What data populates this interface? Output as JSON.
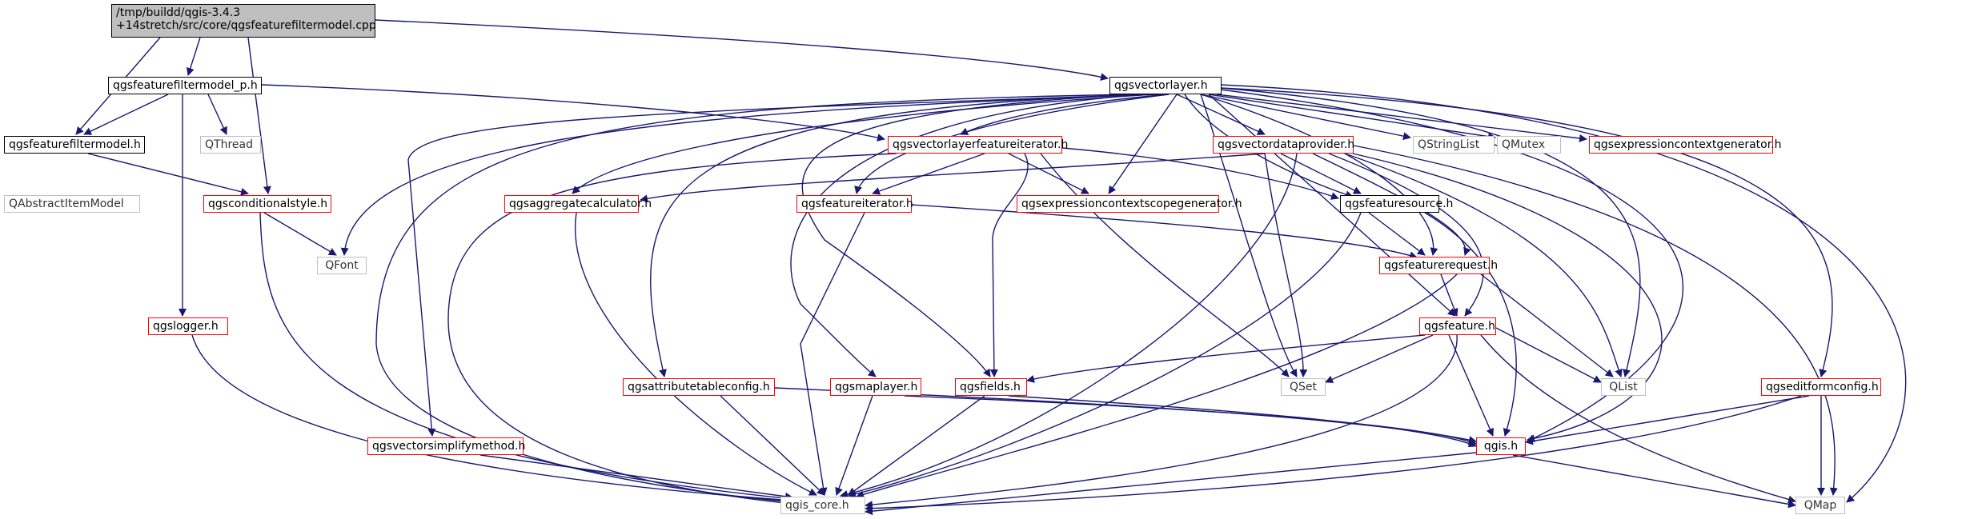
{
  "nodes": {
    "root_line1": "/tmp/buildd/qgis-3.4.3",
    "root_line2": "+14stretch/src/core/qgsfeaturefiltermodel.cpp",
    "qgsfeaturefiltermodel_p_h": "qgsfeaturefiltermodel_p.h",
    "qgsfeaturefiltermodel_h": "qgsfeaturefiltermodel.h",
    "qabstractitemmodel": "QAbstractItemModel",
    "qthread": "QThread",
    "qgsconditionalstyle_h": "qgsconditionalstyle.h",
    "qfont": "QFont",
    "qgslogger_h": "qgslogger.h",
    "qgsvectorlayer_h": "qgsvectorlayer.h",
    "qgsvectorlayerfeatureiterator_h": "qgsvectorlayerfeatureiterator.h",
    "qgsvectordataprovider_h": "qgsvectordataprovider.h",
    "qstringlist": "QStringList",
    "qmutex": "QMutex",
    "qgsexpressioncontextgenerator_h": "qgsexpressioncontextgenerator.h",
    "qgsaggregatecalculator_h": "qgsaggregatecalculator.h",
    "qgsfeatureiterator_h": "qgsfeatureiterator.h",
    "qgsexpressioncontextscopegenerator_h": "qgsexpressioncontextscopegenerator.h",
    "qgsfeaturesource_h": "qgsfeaturesource.h",
    "qgsfeaturerequest_h": "qgsfeaturerequest.h",
    "qgsfeature_h": "qgsfeature.h",
    "qgsattributetableconfig_h": "qgsattributetableconfig.h",
    "qgsmaplayer_h": "qgsmaplayer.h",
    "qgsfields_h": "qgsfields.h",
    "qset": "QSet",
    "qlist": "QList",
    "qgseditformconfig_h": "qgseditformconfig.h",
    "qgsvectorsimplifymethod_h": "qgsvectorsimplifymethod.h",
    "qgis_h": "qgis.h",
    "qgis_core_h": "qgis_core.h",
    "qmap": "QMap"
  },
  "colors": {
    "edge": "#191970",
    "red_border": "#ff0000",
    "gray_border": "#bfbfbf",
    "root_fill": "#bfbfbf"
  }
}
